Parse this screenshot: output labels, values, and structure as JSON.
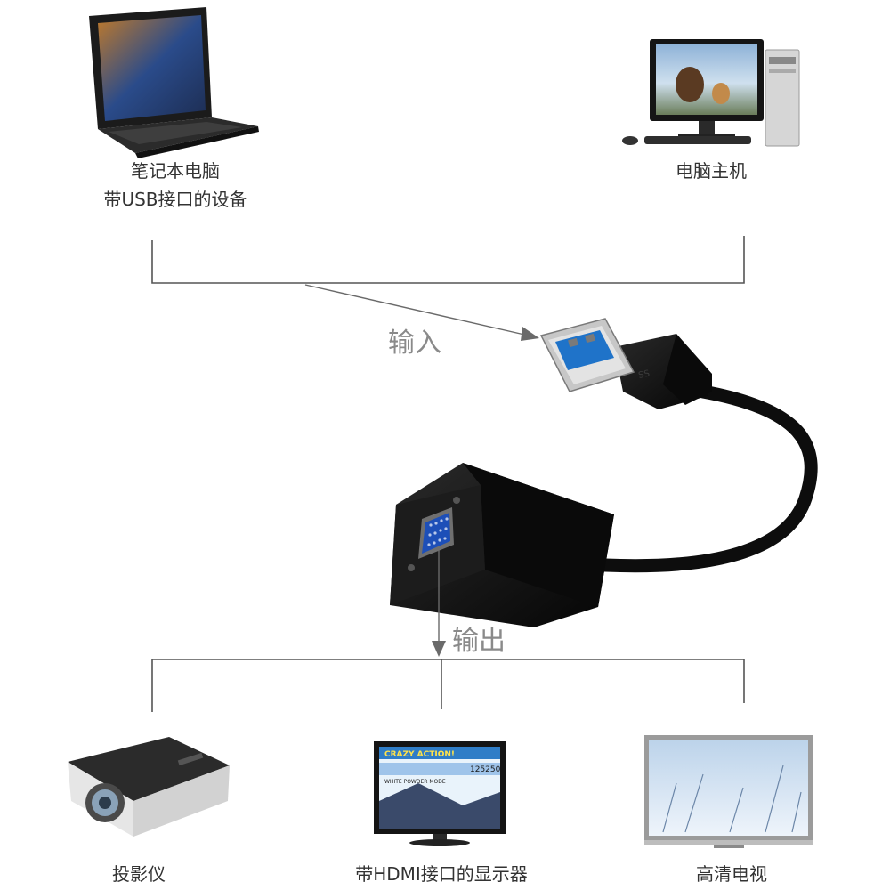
{
  "inputs": [
    {
      "line1": "笔记本电脑",
      "line2": "带USB接口的设备",
      "icon": "laptop-icon"
    },
    {
      "line1": "电脑主机",
      "icon": "desktop-computer-icon"
    }
  ],
  "flow": {
    "input_label": "输入",
    "output_label": "输出"
  },
  "adapter": {
    "type": "USB 3.0 to VGA adapter",
    "plug_mark": "SS"
  },
  "outputs": [
    {
      "label": "投影仪",
      "icon": "projector-icon"
    },
    {
      "label": "带HDMI接口的显示器",
      "icon": "monitor-icon",
      "screen_text": [
        "CRAZY ACTION!",
        "125250",
        "WHITE POWDER MODE"
      ]
    },
    {
      "label": "高清电视",
      "icon": "tv-icon"
    }
  ],
  "colors": {
    "line": "#555555",
    "arrow": "#666666",
    "device": "#111111",
    "label": "#333333"
  }
}
